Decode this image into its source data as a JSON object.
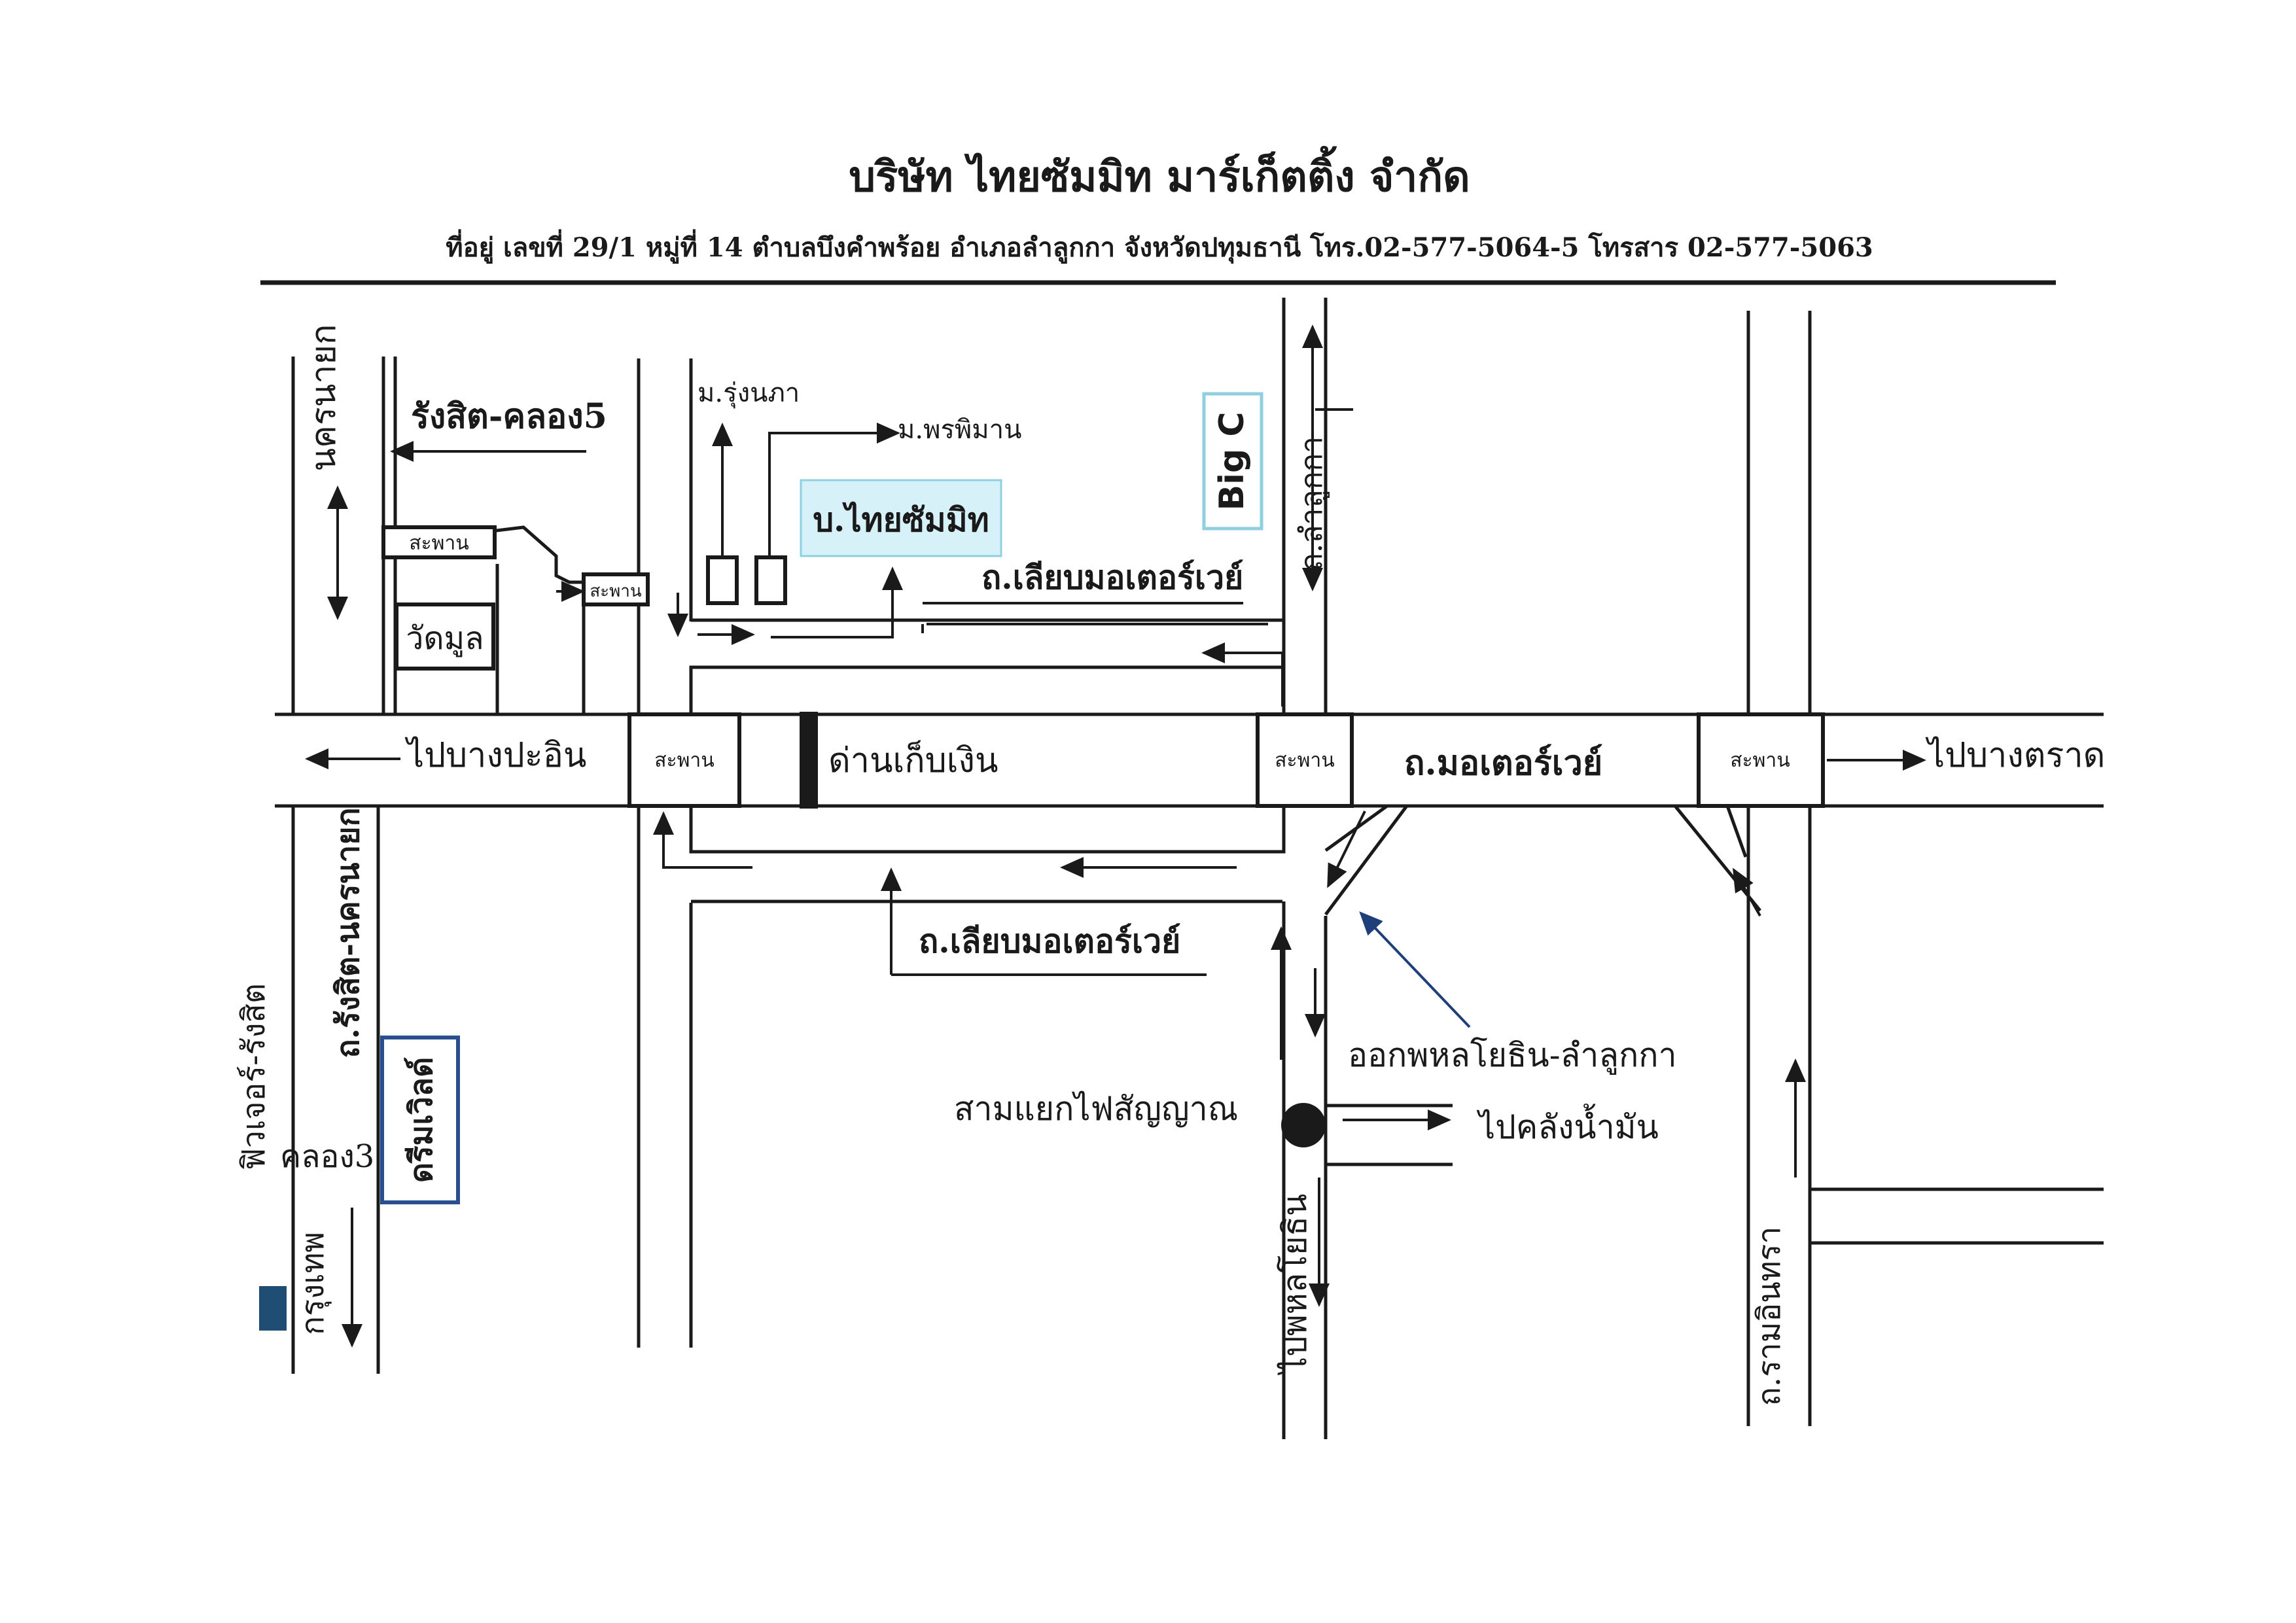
{
  "header": {
    "company": "บริษัท ไทยซัมมิท มาร์เก็ตติ้ง จำกัด",
    "address": "ที่อยู่ เลขที่ 29/1 หมู่ที่ 14 ตำบลบึงคำพร้อย อำเภอลำลูกกา จังหวัดปทุมธานี โทร.02-577-5064-5 โทรสาร 02-577-5063"
  },
  "labels": {
    "nakhon_nayok": "นครนายก",
    "rangsit_khlong5": "รังสิต-คลอง5",
    "mu_rungnapha": "ม.รุ่งนภา",
    "mu_phonphiman": "ม.พรพิมาน",
    "company_short": "บ.ไทยซัมมิท",
    "big_c": "Big C",
    "thanon_lamlukka": "ถ.ลำลูกกา",
    "frontage_road_top": "ถ.เลียบมอเตอร์เวย์",
    "bridge_small_1": "สะพาน",
    "bridge_small_2": "สะพาน",
    "wat_mun": "วัดมูล",
    "to_bang_pa_in": "ไปบางปะอิน",
    "bridge_1": "สะพาน",
    "toll_booth": "ด่านเก็บเงิน",
    "bridge_2": "สะพาน",
    "motorway": "ถ.มอเตอร์เวย์",
    "bridge_3": "สะพาน",
    "to_bang_trat": "ไปบางตราด",
    "rangsit_nakhon_nayok_road": "ถ.รังสิต-นครนายก",
    "frontage_road_bottom": "ถ.เลียบมอเตอร์เวย์",
    "exit_label": "ออกพหลโยธิน-ลำลูกกา",
    "traffic_light_junction": "สามแยกไฟสัญญาณ",
    "to_oil_depot": "ไปคลังน้ำมัน",
    "future_park": "ฟิวเจอร์-รังสิต",
    "khlong3": "คลอง3",
    "dream_world": "ดรีมเวิลด์",
    "bangkok": "กรุงเทพ",
    "to_phahonyothin": "ไปพหลโยธิน",
    "ram_inthra": "ถ.รามอินทรา"
  },
  "colors": {
    "ink": "#1a1a1a",
    "company_highlight": "#d6f1f7",
    "big_c_border": "#8fd0e0",
    "blue_box": "#2a4f8f",
    "blue_arrow": "#1f3f7a",
    "landmark_square": "#1f4d73"
  }
}
